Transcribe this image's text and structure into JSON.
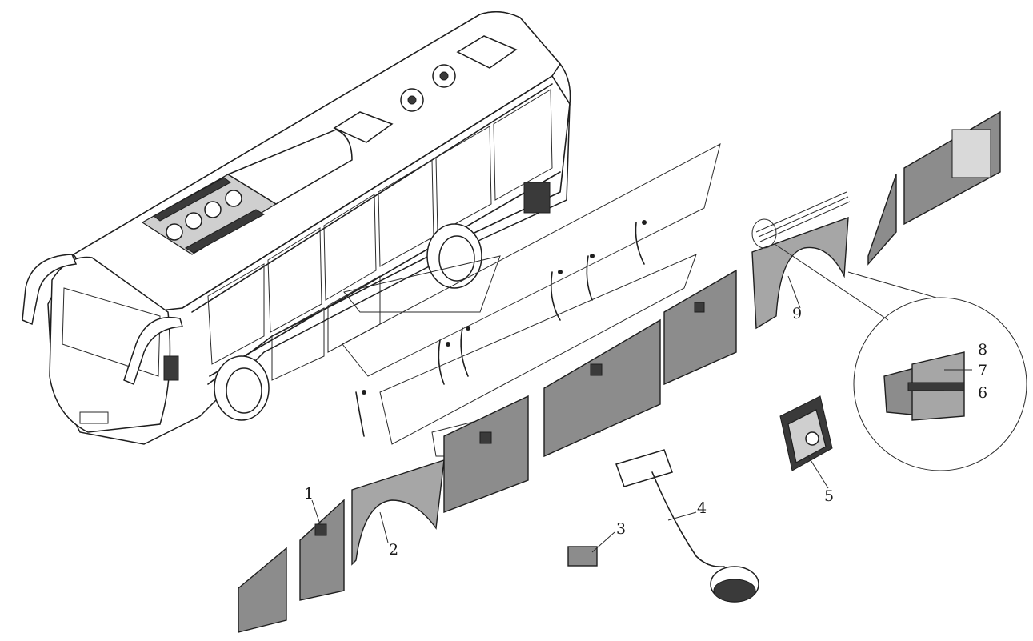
{
  "callouts": [
    {
      "id": "1",
      "label": "1"
    },
    {
      "id": "2",
      "label": "2"
    },
    {
      "id": "3",
      "label": "3"
    },
    {
      "id": "4",
      "label": "4"
    },
    {
      "id": "5",
      "label": "5"
    },
    {
      "id": "6",
      "label": "6"
    },
    {
      "id": "7",
      "label": "7"
    },
    {
      "id": "8",
      "label": "8"
    },
    {
      "id": "9",
      "label": "9"
    }
  ],
  "colors": {
    "line": "#1e1e1e",
    "panel_fill": "#8c8c8c",
    "background": "#ffffff"
  }
}
